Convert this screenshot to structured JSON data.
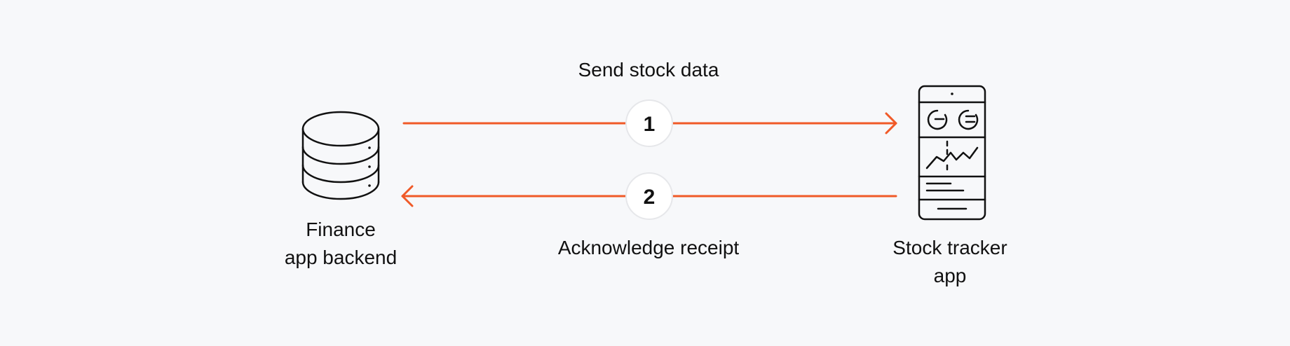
{
  "colors": {
    "background": "#f7f8fa",
    "arrow": "#f05a28",
    "icon_stroke": "#111111",
    "step_circle_fill": "#ffffff",
    "step_circle_border": "#e6e7ea"
  },
  "nodes": {
    "backend": {
      "icon": "database-icon",
      "label_line1": "Finance",
      "label_line2": "app backend"
    },
    "tracker": {
      "icon": "smartphone-chart-icon",
      "label_line1": "Stock tracker",
      "label_line2": "app"
    }
  },
  "flows": [
    {
      "step": "1",
      "label": "Send stock data",
      "direction": "backend-to-tracker"
    },
    {
      "step": "2",
      "label": "Acknowledge receipt",
      "direction": "tracker-to-backend"
    }
  ]
}
